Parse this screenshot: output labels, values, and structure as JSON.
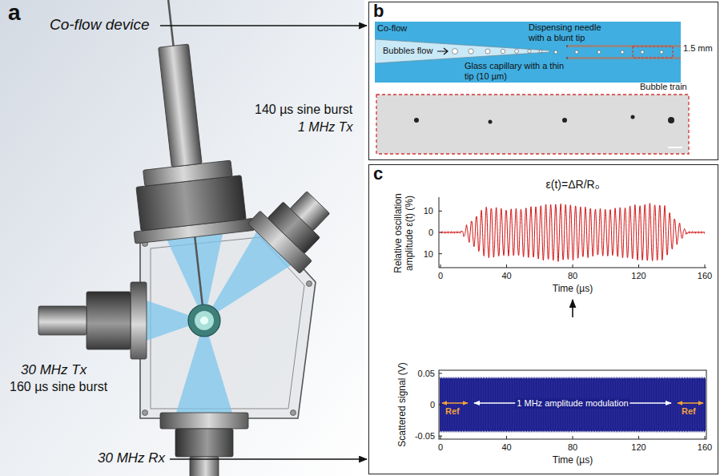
{
  "diagram": {
    "nodes": [
      {
        "text": [
          "a"
        ]
      },
      {
        "text": [
          "b"
        ]
      },
      {
        "text": [
          "Co-flow",
          "Bubbles flow",
          "Dispensing needle with a blunt tip",
          "Glass capillary with a thin tip (10 µm)"
        ],
        "in": 1
      },
      {
        "text": [
          "c"
        ]
      }
    ],
    "labels": [
      "Co-flow device",
      "140 µs sine burst",
      "1 MHz Tx",
      "30 MHz Tx",
      "160 µs sine burst",
      "30 MHz Rx",
      "1.5 mm",
      "Bubble train",
      "ε(t)=ΔR/R₀",
      "Relative oscillation amplitude ε(t) (%)",
      "10",
      "0",
      "10",
      "0",
      "40",
      "80",
      "120",
      "160",
      "Time (µs)",
      "Scattered signal (V)",
      "0.05",
      "0",
      "-0.05",
      "0",
      "40",
      "80",
      "120",
      "160",
      "Time (µs)",
      "Ref",
      "1 MHz amplitude modulation",
      "Ref"
    ]
  }
}
